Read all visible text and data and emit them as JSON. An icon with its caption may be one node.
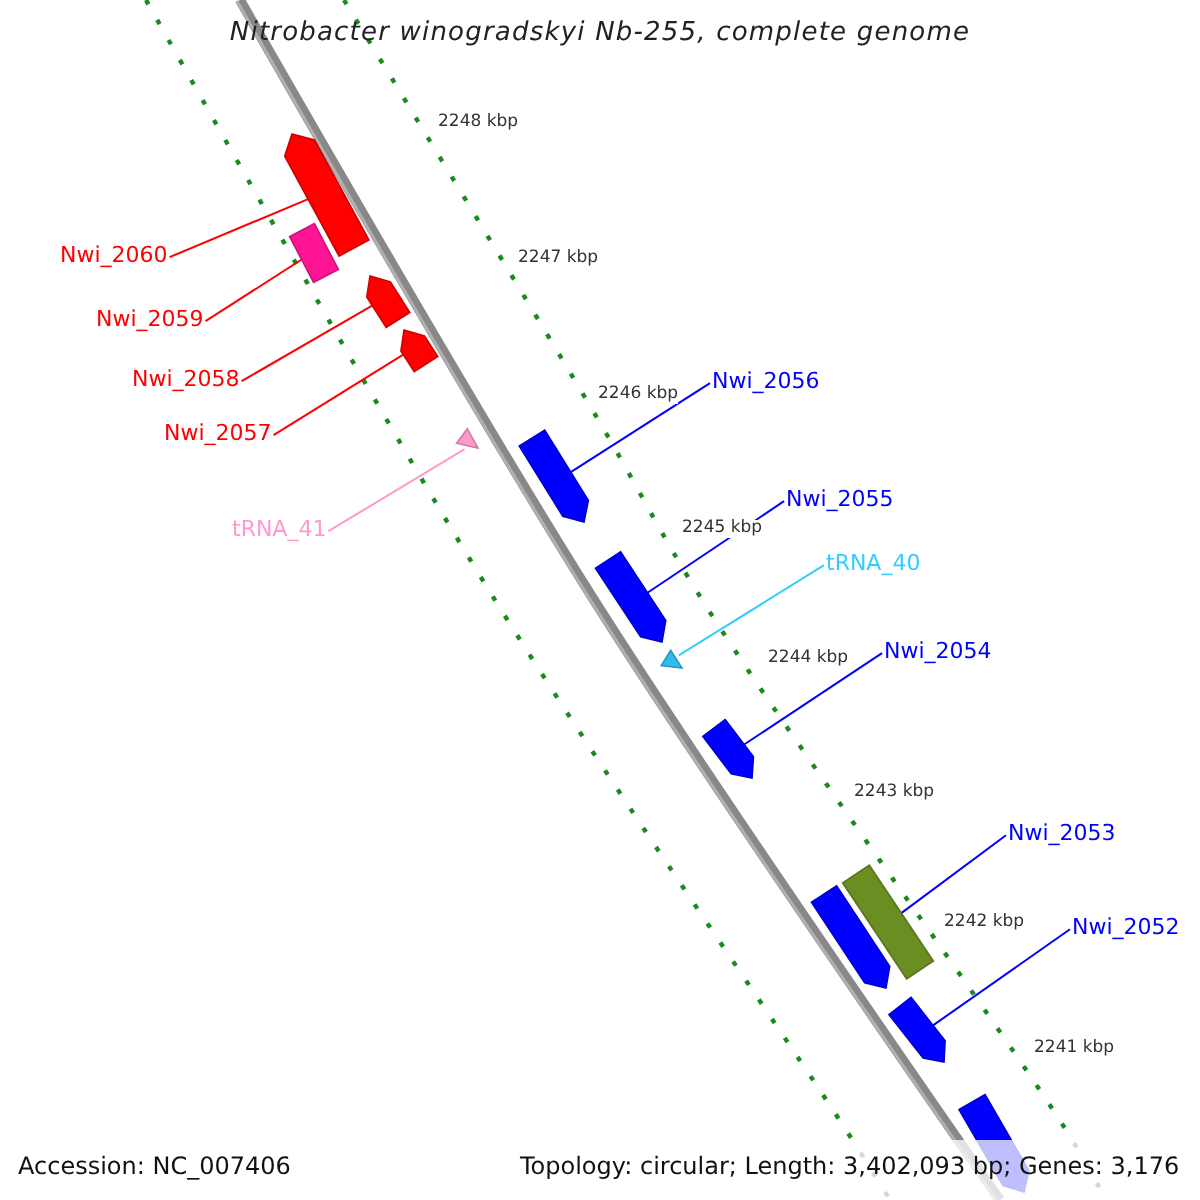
{
  "diagram": {
    "title": "Nitrobacter winogradskyi Nb-255, complete genome",
    "nodes": [
      {
        "text": [
          "Nwi_2060"
        ]
      },
      {
        "text": [
          "Nwi_2059"
        ]
      },
      {
        "text": [
          "Nwi_2058"
        ]
      },
      {
        "text": [
          "Nwi_2057"
        ]
      },
      {
        "text": [
          "tRNA_41"
        ]
      },
      {
        "text": [
          "Nwi_2056"
        ]
      },
      {
        "text": [
          "Nwi_2055"
        ]
      },
      {
        "text": [
          "tRNA_40"
        ]
      },
      {
        "text": [
          "Nwi_2054"
        ]
      },
      {
        "text": [
          "Nwi_2053"
        ]
      },
      {
        "text": [
          "Nwi_2052"
        ]
      },
      {
        "text": [],
        "shape": "arrow"
      },
      {
        "text": [],
        "shape": "box"
      },
      {
        "text": [],
        "shape": "arrow"
      },
      {
        "text": [],
        "shape": "arrow"
      },
      {
        "text": [],
        "shape": "triangle"
      },
      {
        "text": [],
        "shape": "arrow"
      },
      {
        "text": [],
        "shape": "arrow"
      },
      {
        "text": [],
        "shape": "triangle"
      },
      {
        "text": [],
        "shape": "arrow"
      },
      {
        "text": [],
        "shape": "arrow"
      },
      {
        "text": [],
        "shape": "box"
      },
      {
        "text": [],
        "shape": "arrow"
      },
      {
        "text": [],
        "shape": "arrow"
      }
    ],
    "edges": [
      {
        "from": 0,
        "to": 11,
        "arrow": "none",
        "color": "#ff0000"
      },
      {
        "from": 1,
        "to": 12,
        "arrow": "none",
        "color": "#ff0000"
      },
      {
        "from": 2,
        "to": 13,
        "arrow": "none",
        "color": "#ff0000"
      },
      {
        "from": 3,
        "to": 14,
        "arrow": "none",
        "color": "#ff0000"
      },
      {
        "from": 4,
        "to": 15,
        "arrow": "none",
        "color": "#ff99cc"
      },
      {
        "from": 5,
        "to": 16,
        "arrow": "none"
      },
      {
        "from": 6,
        "to": 17,
        "arrow": "none"
      },
      {
        "from": 7,
        "to": 18,
        "arrow": "none",
        "color": "#33ccff"
      },
      {
        "from": 8,
        "to": 19,
        "arrow": "none"
      },
      {
        "from": 9,
        "to": 21,
        "arrow": "none"
      },
      {
        "from": 10,
        "to": 22,
        "arrow": "none"
      }
    ],
    "labels": [
      "2248 kbp",
      "2247 kbp",
      "2246 kbp",
      "2245 kbp",
      "2244 kbp",
      "2243 kbp",
      "2242 kbp",
      "2241 kbp",
      "Accession: NC_007406",
      "Topology: circular; Length: 3,402,093 bp; Genes: 3,176"
    ]
  }
}
